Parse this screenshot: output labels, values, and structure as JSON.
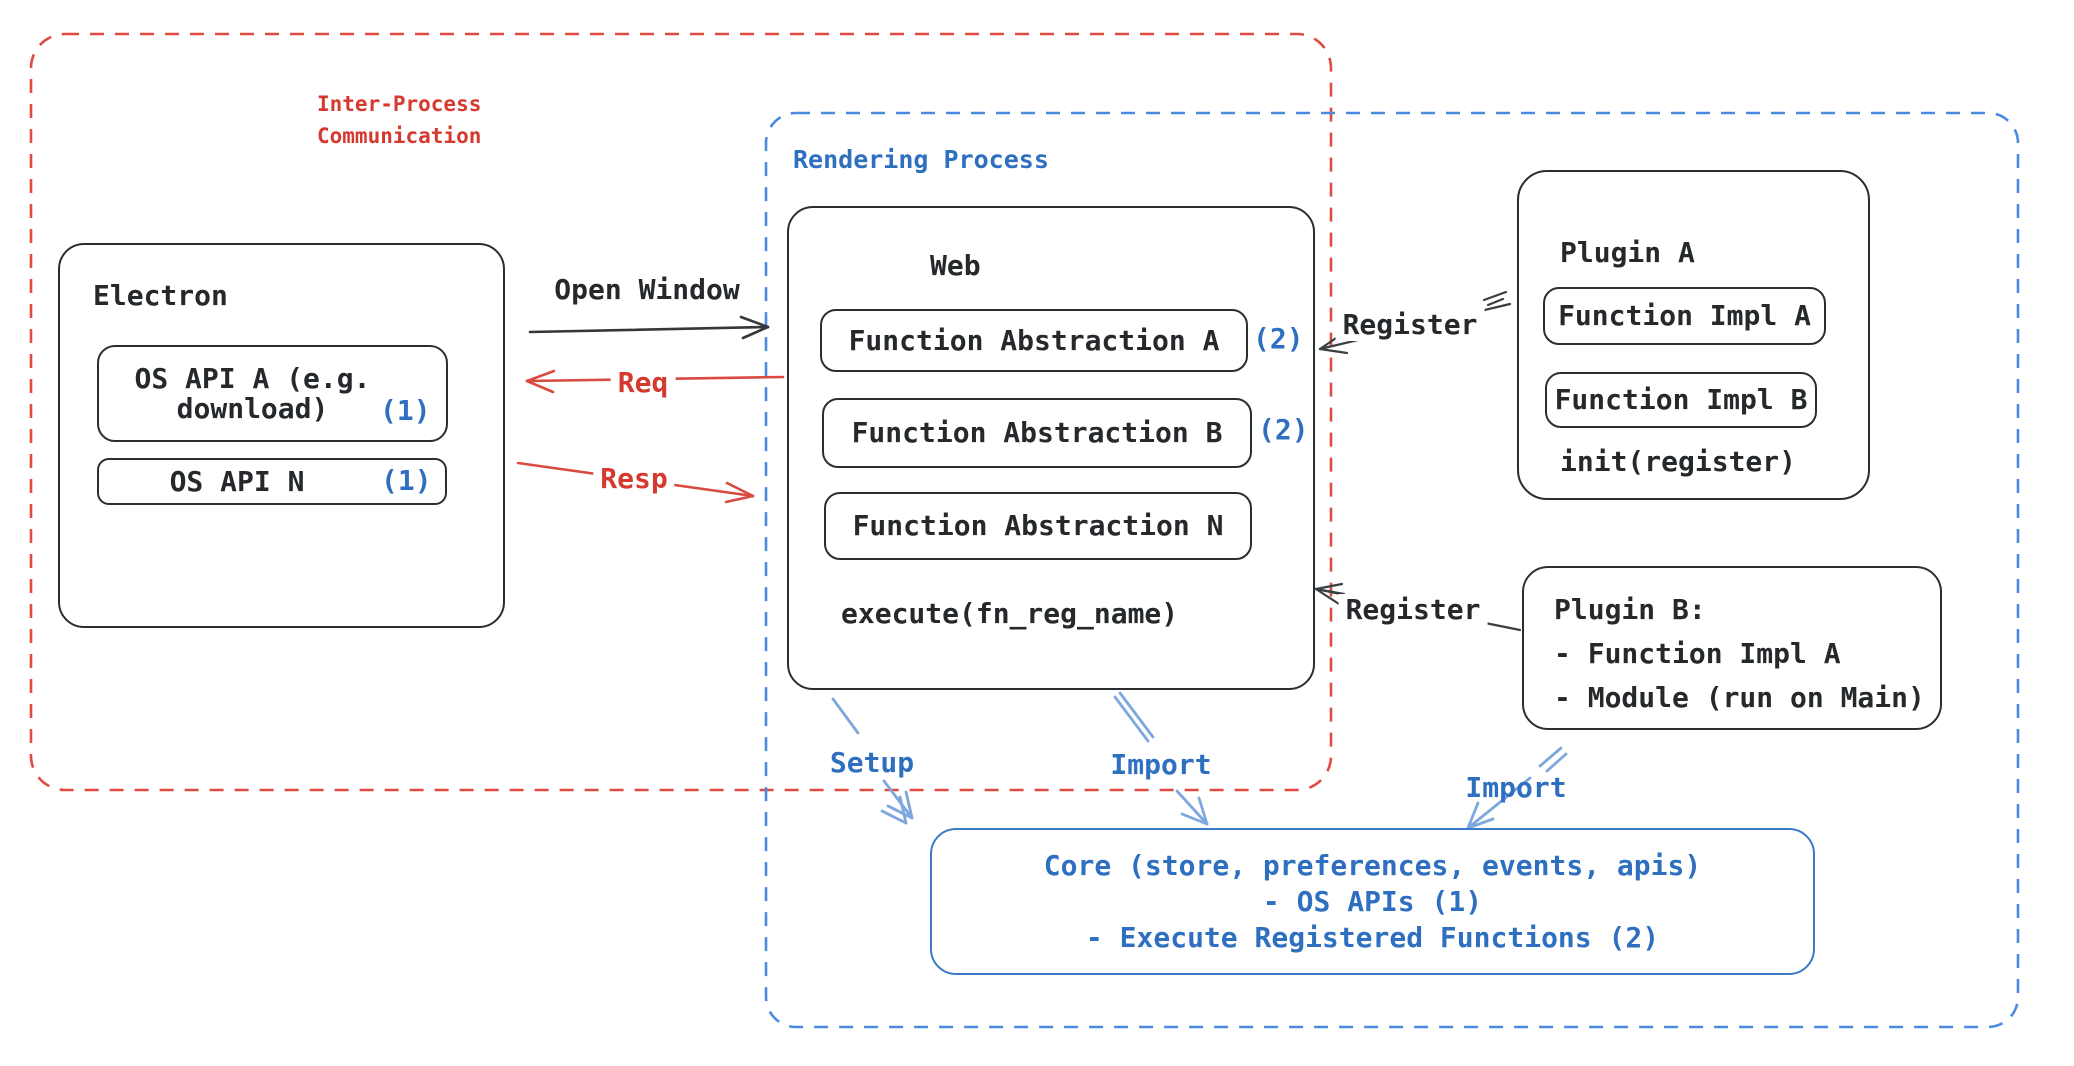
{
  "ipc": {
    "label_line1": "Inter-Process",
    "label_line2": "Communication"
  },
  "rendering": {
    "label": "Rendering Process"
  },
  "electron": {
    "title": "Electron",
    "api_a_line1": "OS API A (e.g.",
    "api_a_line2": "download)",
    "api_a_note": "(1)",
    "api_n": "OS API N",
    "api_n_note": "(1)"
  },
  "web": {
    "title": "Web",
    "items": [
      {
        "label": "Function Abstraction A",
        "note": "(2)"
      },
      {
        "label": "Function Abstraction B",
        "note": "(2)"
      },
      {
        "label": "Function Abstraction N",
        "note": ""
      }
    ],
    "execute": "execute(fn_reg_name)"
  },
  "plugin_a": {
    "title": "Plugin A",
    "impl_a": "Function Impl A",
    "impl_b": "Function Impl B",
    "init": "init(register)"
  },
  "plugin_b": {
    "line1": "Plugin B:",
    "line2": "- Function Impl A",
    "line3": "- Module (run on Main)"
  },
  "core": {
    "line1": "Core (store, preferences, events, apis)",
    "line2": "- OS APIs (1)",
    "line3": "- Execute Registered Functions (2)"
  },
  "labels": {
    "open_window": "Open Window",
    "req": "Req",
    "resp": "Resp",
    "register_top": "Register",
    "register_bottom": "Register",
    "setup": "Setup",
    "import_web": "Import",
    "import_plugin_b": "Import"
  },
  "colors": {
    "red": "#d6392f",
    "dashed_red": "#e04a40",
    "blue_text": "#2e6fc0",
    "dashed_blue": "#4a8be0",
    "core_border": "#3a7bc8",
    "light_blue_arrow": "#7da7dd",
    "ink": "#2b2e31"
  }
}
